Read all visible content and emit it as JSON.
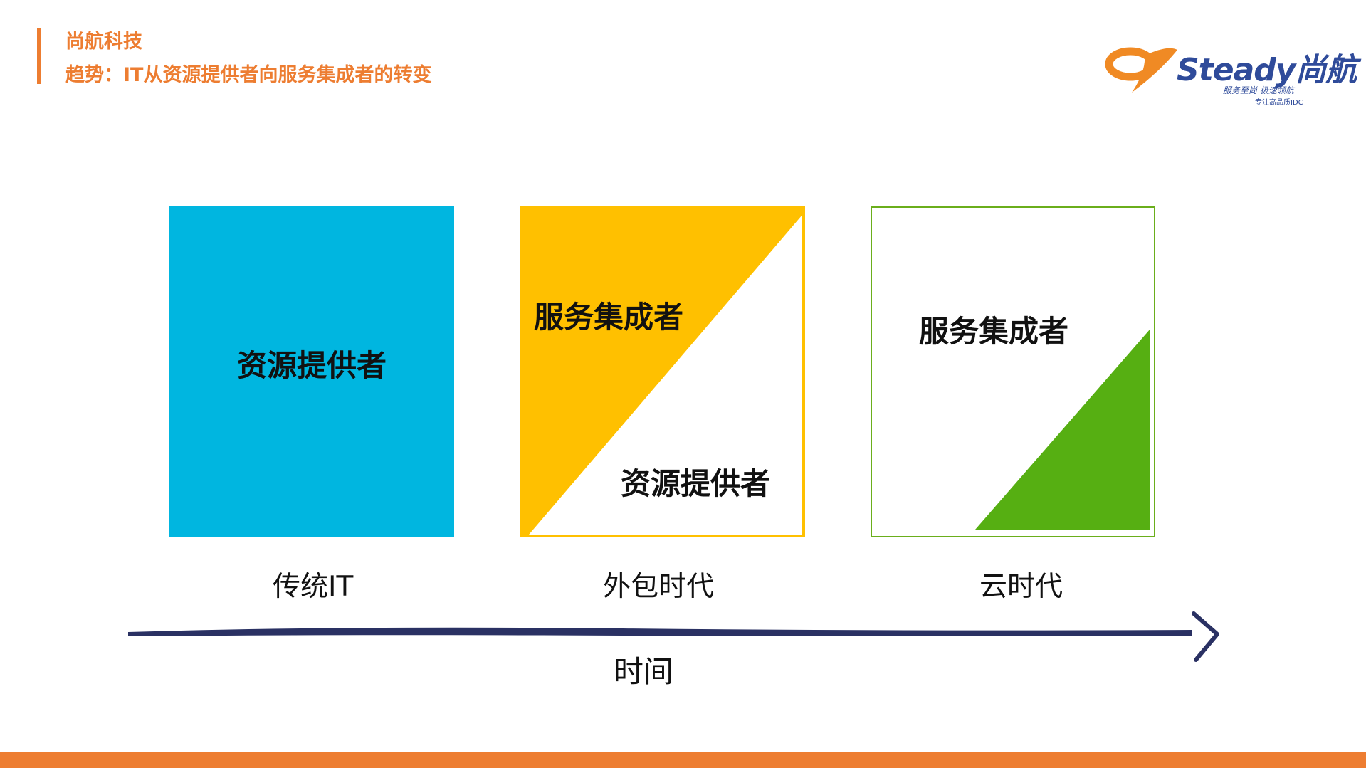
{
  "header": {
    "company": "尚航科技",
    "subtitle": "趋势：IT从资源提供者向服务集成者的转变"
  },
  "logo": {
    "text": "Steady尚航",
    "tagline_1": "服务至尚 极速领航",
    "tagline_2": "专注高品质IDC"
  },
  "eras": [
    {
      "box_label": "资源提供者",
      "era_label": "传统IT",
      "color": "#00B6E0"
    },
    {
      "box_label_top": "服务集成者",
      "box_label_bottom": "资源提供者",
      "era_label": "外包时代",
      "color": "#FFC000"
    },
    {
      "box_label": "服务集成者",
      "era_label": "云时代",
      "color": "#56AF12"
    }
  ],
  "axis": {
    "label": "时间",
    "color": "#2A3163"
  },
  "colors": {
    "accent": "#ED7D31",
    "logo_blue": "#2F4B9A"
  }
}
